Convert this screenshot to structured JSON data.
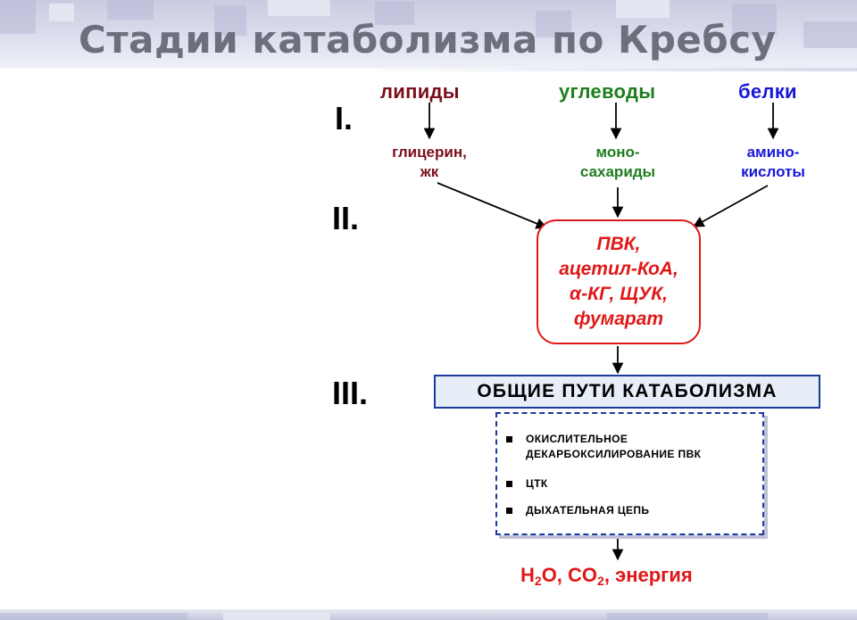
{
  "title": "Стадии катаболизма по Кребсу",
  "stages": {
    "first": "I.",
    "second": "II.",
    "third": "III."
  },
  "sources": {
    "lipids": "липиды",
    "carbs": "углеводы",
    "proteins": "белки"
  },
  "products": {
    "lipids_line1": "глицерин,",
    "lipids_line2": "жк",
    "carbs_line1": "моно-",
    "carbs_line2": "сахариды",
    "proteins_line1": "амино-",
    "proteins_line2": "кислоты"
  },
  "intermediates": {
    "line1": "ПВК,",
    "line2": "ацетил-КоА,",
    "line3_symbol": "α",
    "line3_rest": "-КГ, ЩУК,",
    "line4": "фумарат"
  },
  "common_pathways": {
    "label": "ОБЩИЕ ПУТИ КАТАБОЛИЗМА",
    "items": [
      {
        "line1": "ОКИСЛИТЕЛЬНОЕ",
        "line2": "ДЕКАРБОКСИЛИРОВАНИЕ ПВК"
      },
      {
        "line1": "ЦТК"
      },
      {
        "line1": "ДЫХАТЕЛЬНАЯ ЦЕПЬ"
      }
    ]
  },
  "result": {
    "water_h": "H",
    "water_sub": "2",
    "water_o": "O, CO",
    "co2_sub": "2",
    "energy": ", энергия"
  },
  "colors": {
    "lipids": "#7a0f1c",
    "carbs": "#1f7d1f",
    "proteins": "#1717d8",
    "intermediates": "#e01818",
    "box_border": "#1a3aa0",
    "title": "#6b6f7e"
  }
}
